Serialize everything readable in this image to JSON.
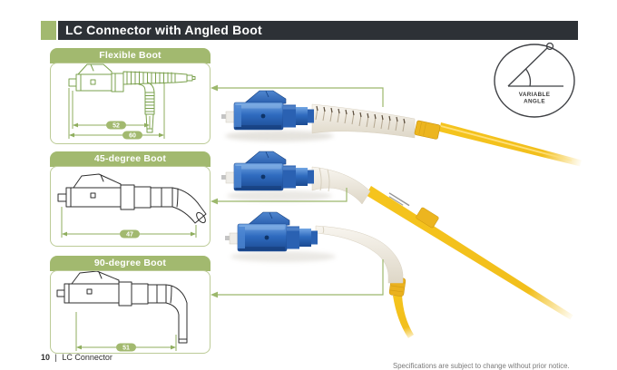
{
  "header": {
    "title": "LC Connector with Angled Boot"
  },
  "badge": {
    "line1": "VARIABLE",
    "line2": "ANGLE"
  },
  "panels": [
    {
      "title": "Flexible Boot",
      "dims": [
        "52",
        "60"
      ]
    },
    {
      "title": "45-degree Boot",
      "dims": [
        "47"
      ]
    },
    {
      "title": "90-degree Boot",
      "dims": [
        "51"
      ]
    }
  ],
  "footer": {
    "page_number": "10",
    "divider": "|",
    "section": "LC Connector",
    "note": "Specifications are subject to change without prior notice."
  },
  "colors": {
    "accent_green": "#a2b96f",
    "panel_border": "#bccb97",
    "header_bar": "#2d3136",
    "diagram_green": "#7aa04c",
    "diagram_dark": "#2e2e2e",
    "connector_blue": "#2f6bbf",
    "cable_yellow": "#f5c41d",
    "boot_white": "#f1ede4"
  }
}
